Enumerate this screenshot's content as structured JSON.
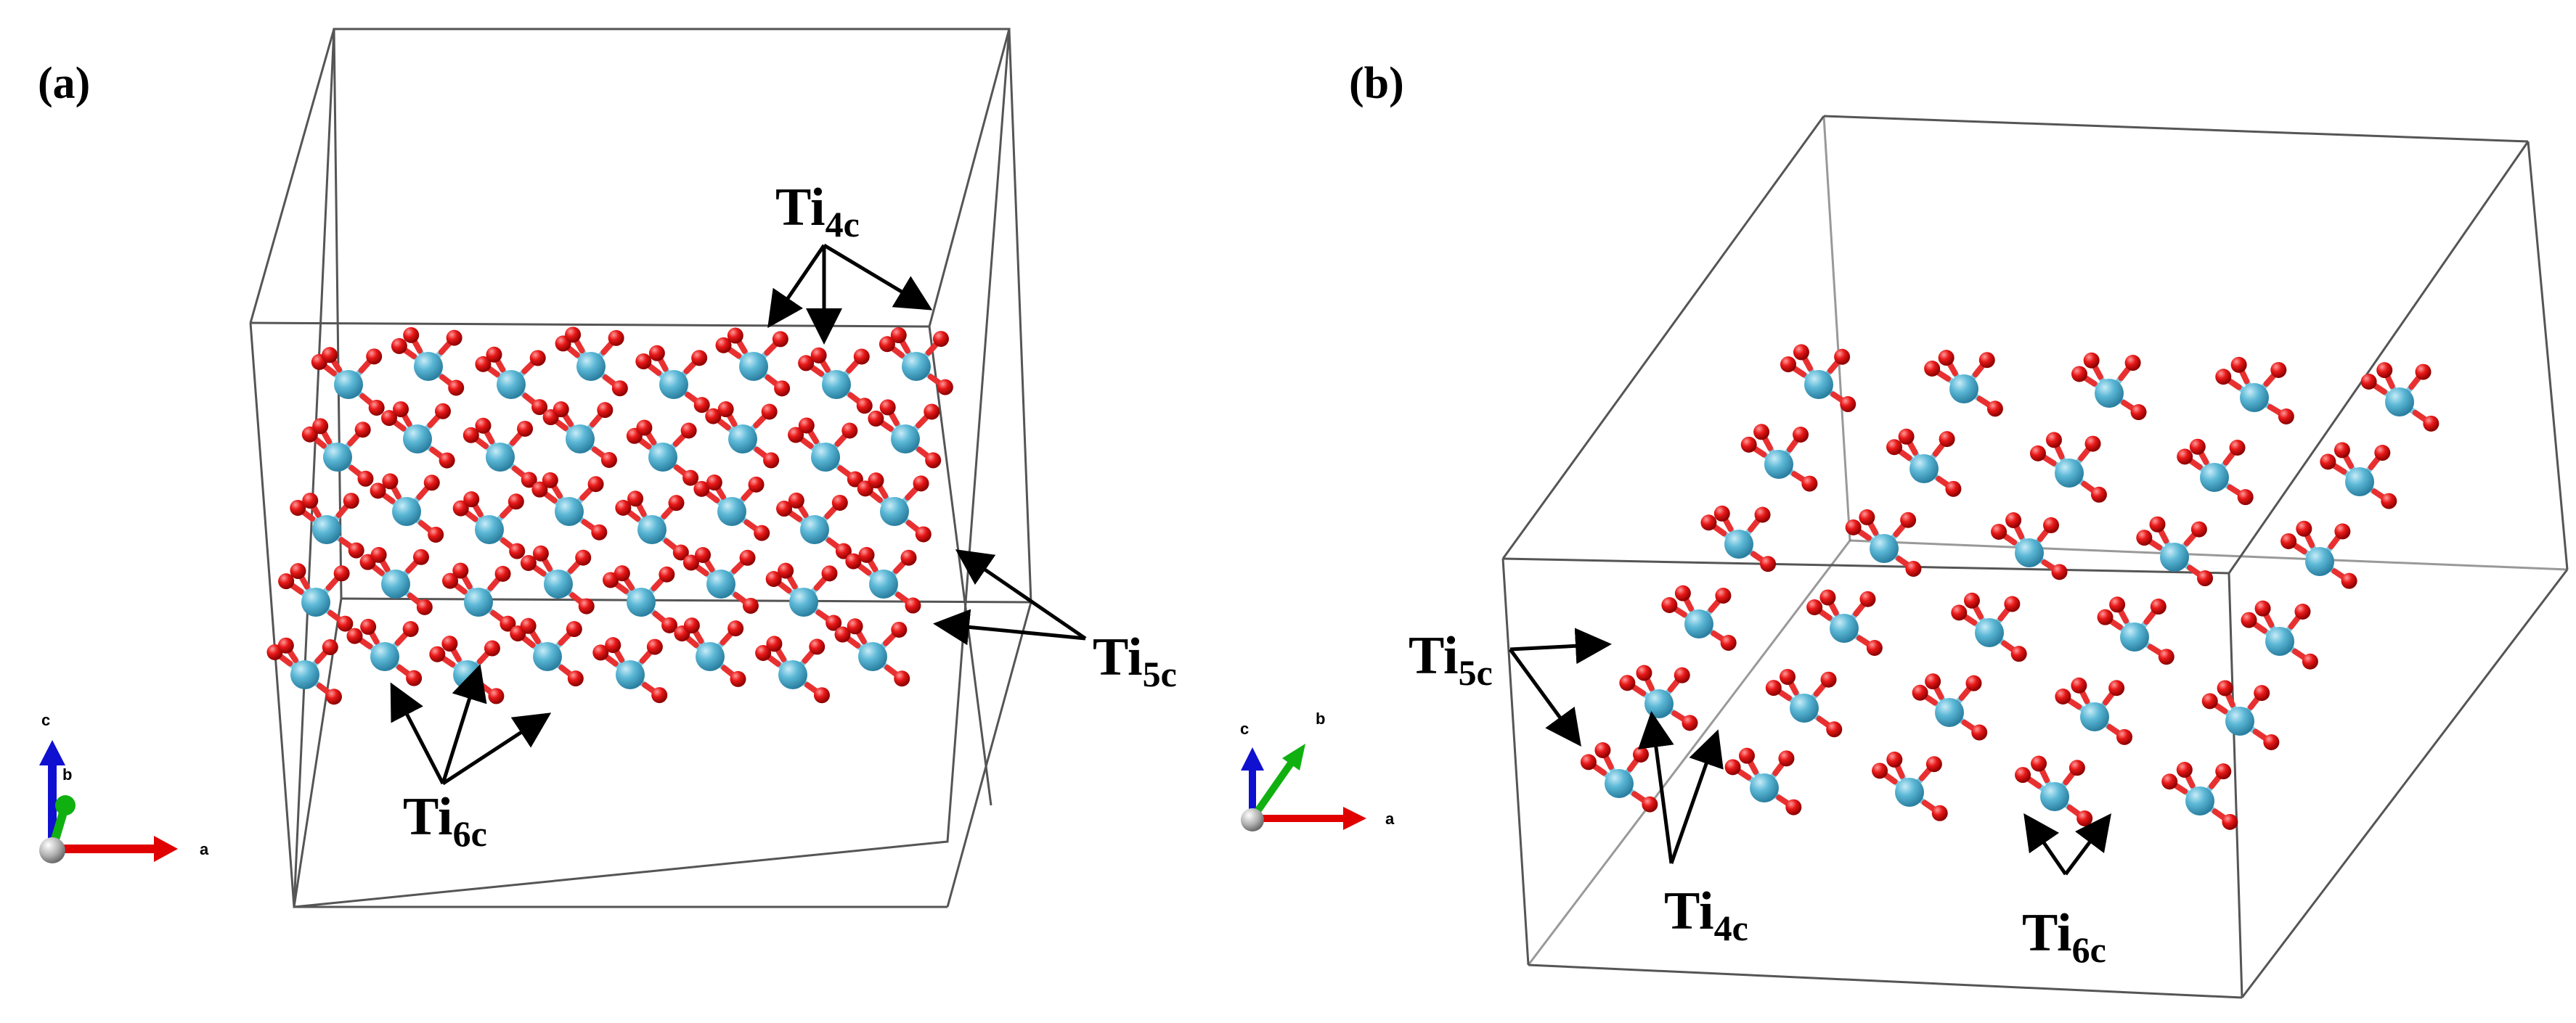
{
  "panels": [
    {
      "id": "a",
      "label": "(a)",
      "sites": [
        {
          "main": "Ti",
          "sub": "4c"
        },
        {
          "main": "Ti",
          "sub": "5c"
        },
        {
          "main": "Ti",
          "sub": "6c"
        }
      ],
      "axes": {
        "a": "a",
        "b": "b",
        "c": "c"
      }
    },
    {
      "id": "b",
      "label": "(b)",
      "sites": [
        {
          "main": "Ti",
          "sub": "5c"
        },
        {
          "main": "Ti",
          "sub": "4c"
        },
        {
          "main": "Ti",
          "sub": "6c"
        }
      ],
      "axes": {
        "a": "a",
        "b": "b",
        "c": "c"
      }
    }
  ],
  "colors": {
    "titanium": "#5cb8d6",
    "oxygen": "#e81818",
    "bond_ti": "#7cc8e0",
    "bond_o": "#e83030",
    "cell_edge": "#555555",
    "arrow": "#000000",
    "axis_a": "#e00000",
    "axis_b": "#10b010",
    "axis_c": "#1010d0",
    "axis_origin": "#aaaaaa"
  }
}
